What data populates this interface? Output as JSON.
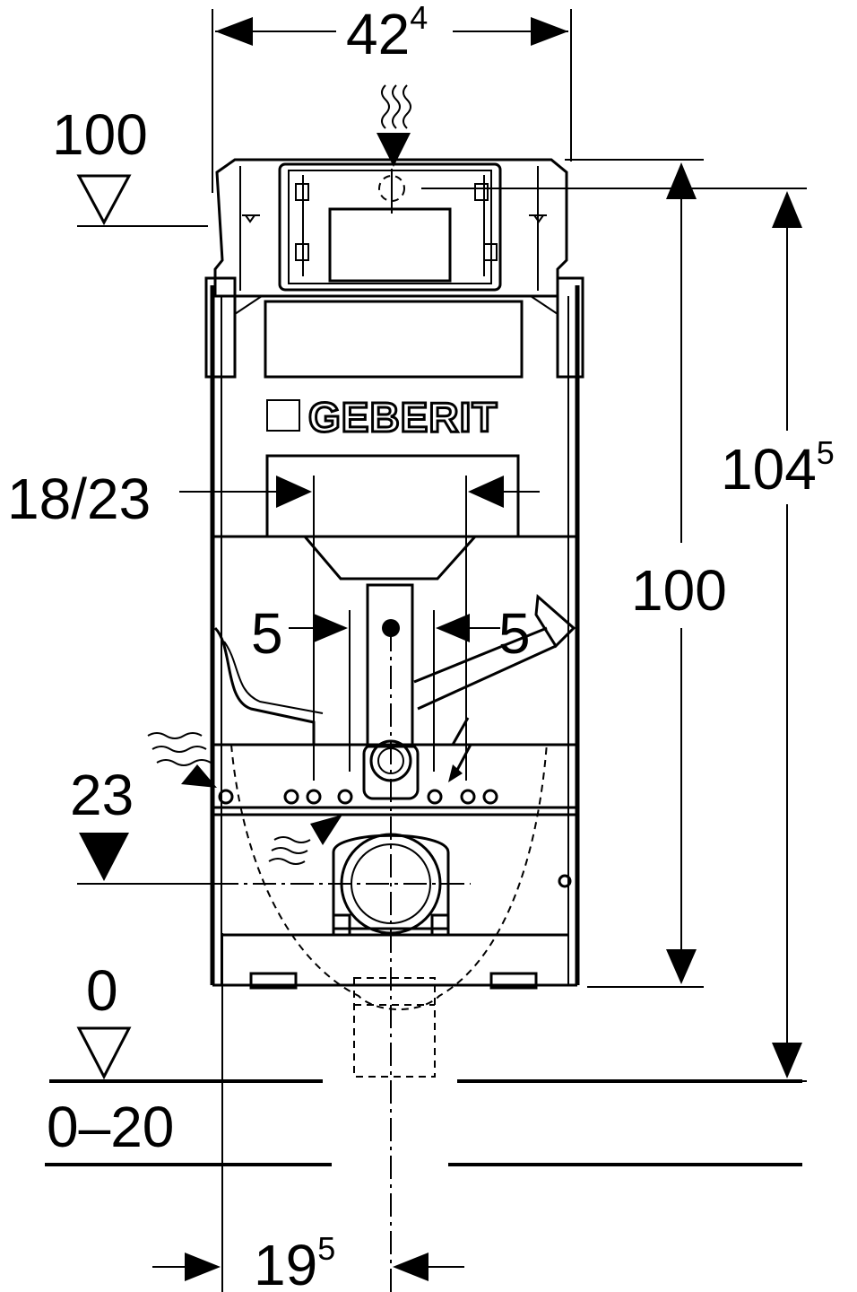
{
  "dimensions": {
    "width_total": {
      "main": "42",
      "sup": "4"
    },
    "level_top": "100",
    "frame_height": "100",
    "total_height": {
      "main": "104",
      "sup": "5"
    },
    "offset_side": "18/23",
    "offset_left_inner": "5",
    "offset_right_inner": "5",
    "level_drain": "23",
    "level_floor": "0",
    "floor_range": "0–20",
    "offset_bottom": {
      "main": "19",
      "sup": "5"
    }
  },
  "brand": {
    "name": "GEBERIT"
  }
}
